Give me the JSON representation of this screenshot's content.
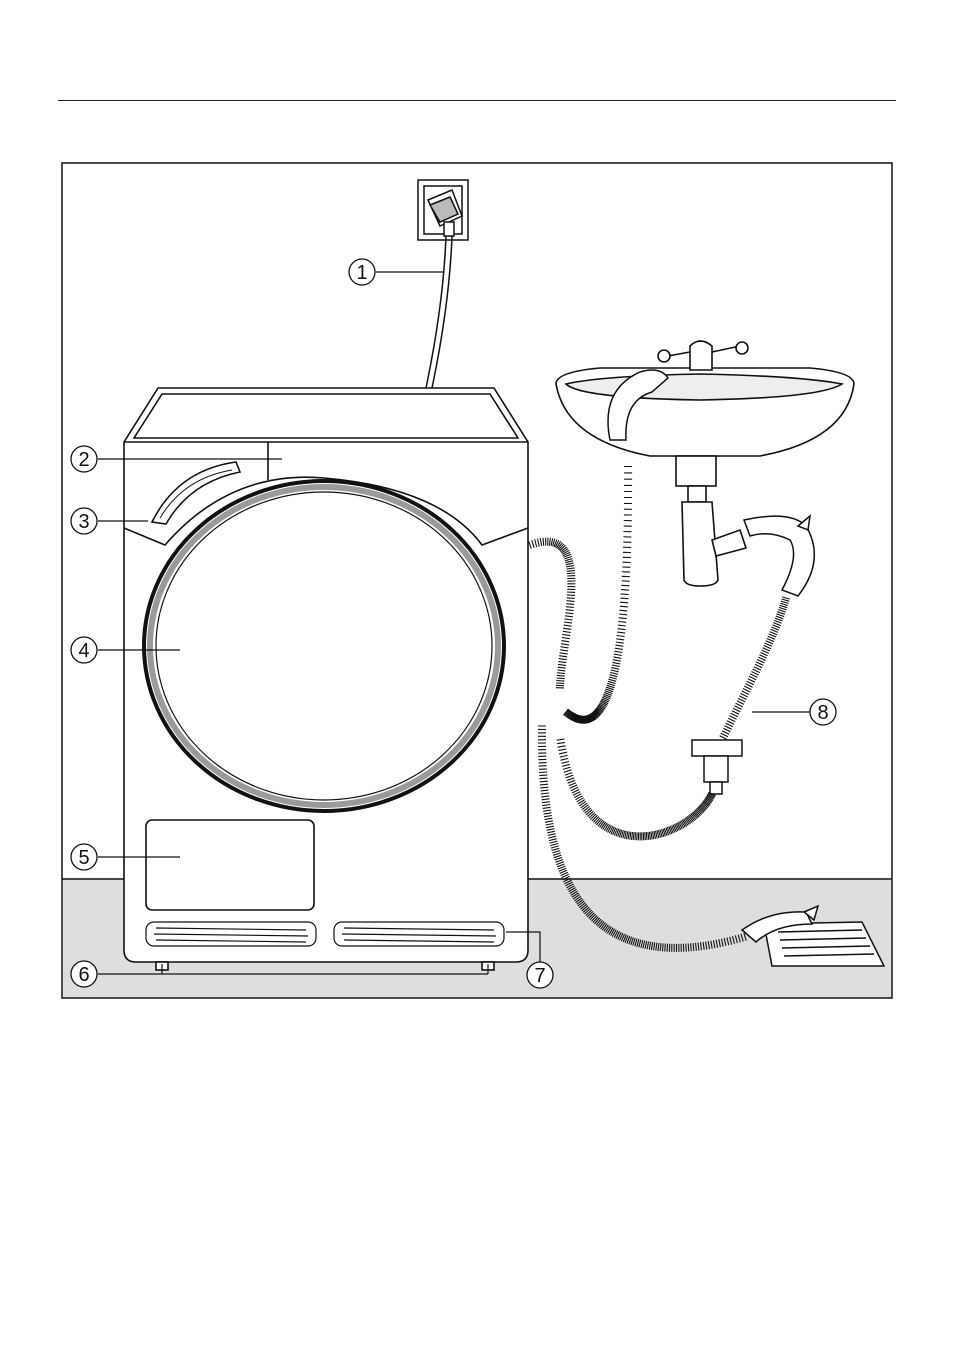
{
  "callouts": [
    {
      "number": "1",
      "part": "power-cable"
    },
    {
      "number": "2",
      "part": "control-panel"
    },
    {
      "number": "3",
      "part": "door-handle"
    },
    {
      "number": "4",
      "part": "door"
    },
    {
      "number": "5",
      "part": "access-panel"
    },
    {
      "number": "6",
      "part": "adjustable-feet"
    },
    {
      "number": "7",
      "part": "air-inlet-vents"
    },
    {
      "number": "8",
      "part": "drain-hose"
    }
  ],
  "colors": {
    "floor": "#dedede",
    "line": "#111111",
    "door_seal": "#9a9a9a",
    "background": "#ffffff"
  }
}
